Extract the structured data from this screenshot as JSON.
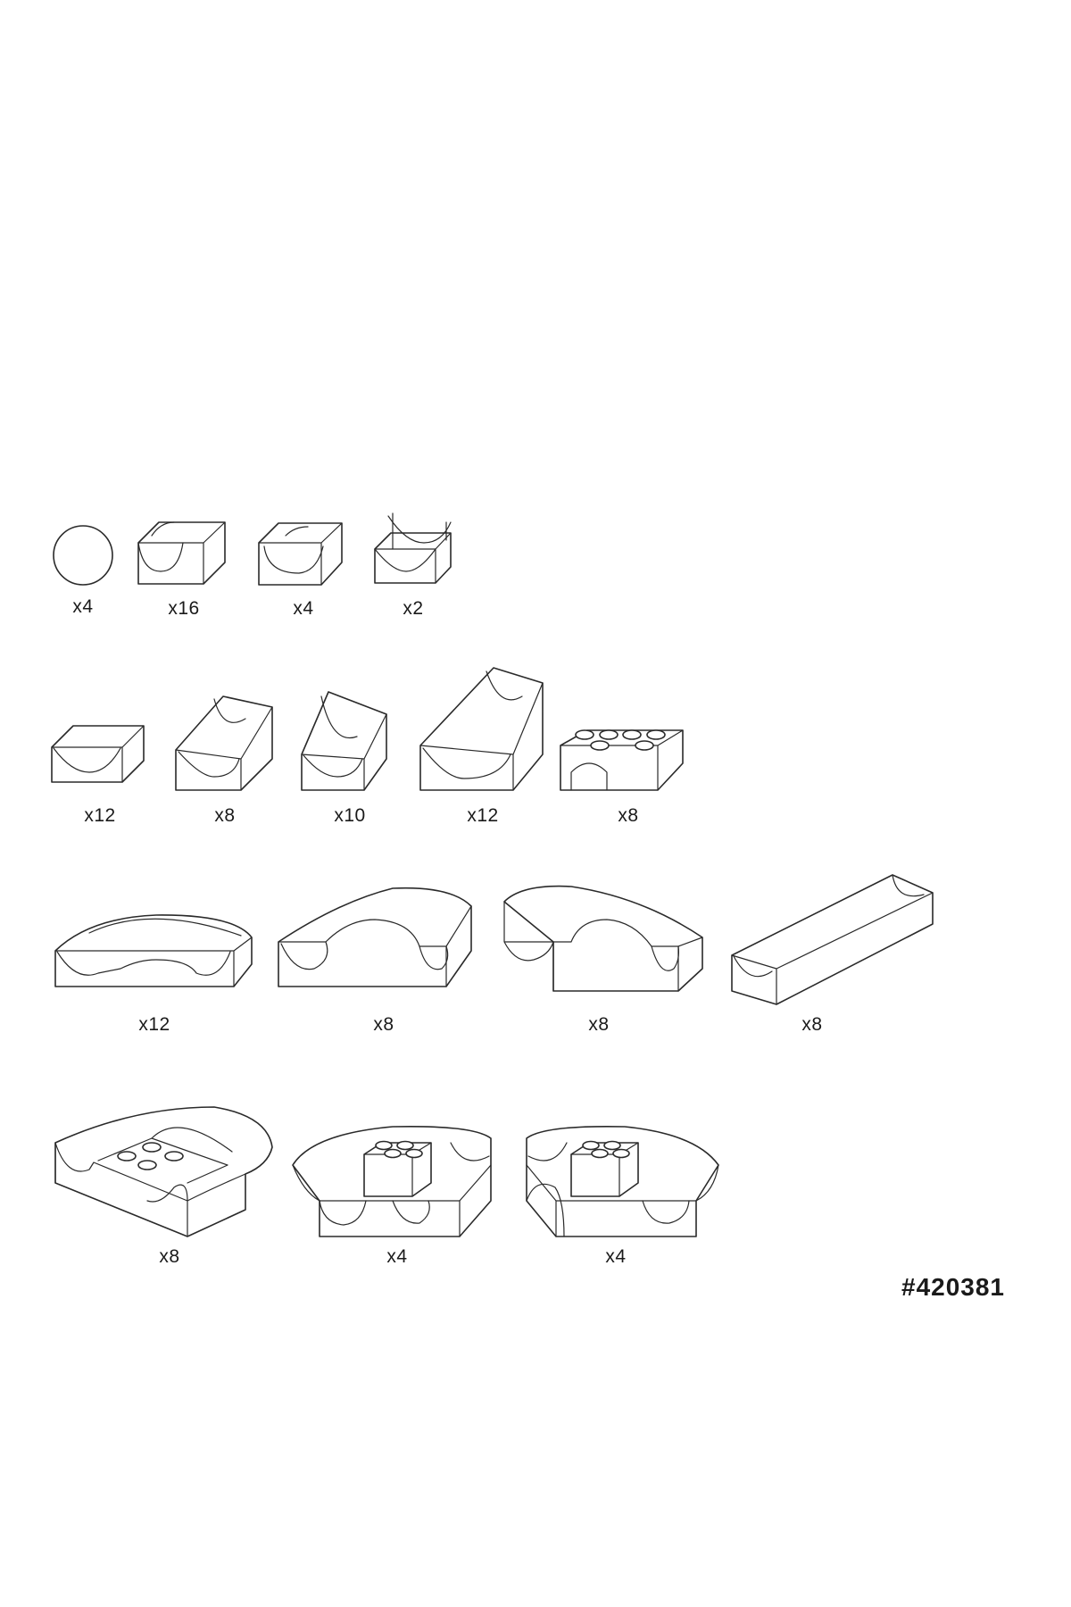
{
  "parts_list": {
    "rows": [
      {
        "items": [
          {
            "icon": "marble-ball-icon",
            "quantity": "x4"
          },
          {
            "icon": "cube-channel-block-icon",
            "quantity": "x16"
          },
          {
            "icon": "cube-curve-block-icon",
            "quantity": "x4"
          },
          {
            "icon": "cube-cross-channel-block-icon",
            "quantity": "x2"
          }
        ]
      },
      {
        "items": [
          {
            "icon": "short-channel-icon",
            "quantity": "x12"
          },
          {
            "icon": "channel-ramp-icon",
            "quantity": "x8"
          },
          {
            "icon": "steep-ramp-icon",
            "quantity": "x10"
          },
          {
            "icon": "long-ramp-icon",
            "quantity": "x12"
          },
          {
            "icon": "arch-brick-2x4-icon",
            "quantity": "x8"
          }
        ]
      },
      {
        "items": [
          {
            "icon": "curved-track-icon",
            "quantity": "x12"
          },
          {
            "icon": "s-curve-left-track-icon",
            "quantity": "x8"
          },
          {
            "icon": "s-curve-right-track-icon",
            "quantity": "x8"
          },
          {
            "icon": "straight-track-icon",
            "quantity": "x8"
          }
        ]
      },
      {
        "items": [
          {
            "icon": "u-turn-base-plate-icon",
            "quantity": "x8"
          },
          {
            "icon": "funnel-bowl-left-icon",
            "quantity": "x4"
          },
          {
            "icon": "funnel-bowl-right-icon",
            "quantity": "x4"
          }
        ]
      }
    ],
    "item_number": "#420381"
  }
}
